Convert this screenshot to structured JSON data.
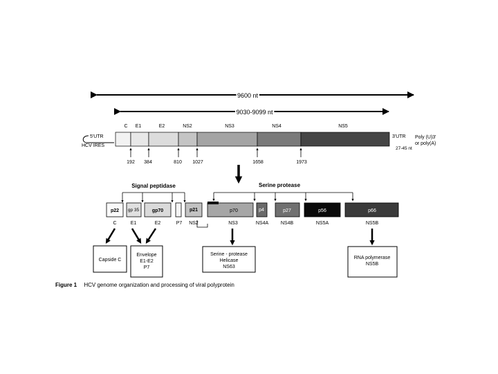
{
  "genome": {
    "total_length": "9600 nt",
    "orf_length": "9030-9099 nt",
    "utr5": "5'UTR",
    "ires": "HCV IRES",
    "utr3": "3'UTR",
    "poly_line1": "Poly (U)3'",
    "poly_line2": "or poly(A)",
    "utr3_len": "27-45 nt",
    "regions": [
      "C",
      "E1",
      "E2",
      "NS2",
      "NS3",
      "NS4",
      "NS5"
    ],
    "cleavage_sites": [
      "192",
      "384",
      "810",
      "1027",
      "1658",
      "1973"
    ]
  },
  "processing": {
    "signal_peptidase": "Signal peptidase",
    "serine_protease": "Serine protease",
    "proteins": [
      "p22",
      "gp 35",
      "gp70",
      "",
      "p21",
      "p70",
      "p4",
      "p27",
      "p56",
      "p66"
    ],
    "protein_names": [
      "C",
      "E1",
      "E2",
      "P7",
      "NS2",
      "NS3",
      "NS4A",
      "NS4B",
      "NS5A",
      "NS5B"
    ]
  },
  "functions": {
    "capside": "Capside C",
    "envelope": [
      "Envelope",
      "E1-E2",
      "P7"
    ],
    "serine": [
      "Serine - protease",
      "Helicase",
      "NS63"
    ],
    "rna": [
      "RNA polymerase",
      "NS5B"
    ]
  },
  "caption": {
    "label": "Figure 1",
    "text": "HCV genome organization and processing of viral polyprotein"
  },
  "colors": {
    "c_region": "#f2f2f2",
    "e1_region": "#e8e8e8",
    "e2_region": "#dcdcdc",
    "ns2_region": "#c4c4c4",
    "ns3_region": "#a4a4a4",
    "ns4_region": "#7a7a7a",
    "ns5_region": "#454545"
  }
}
